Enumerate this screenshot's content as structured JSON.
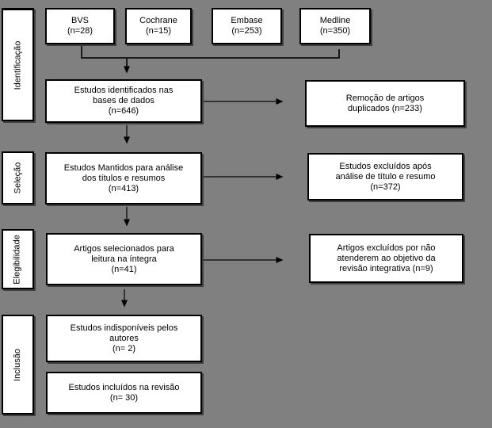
{
  "colors": {
    "background": "#808080",
    "box_fill": "#ffffff",
    "box_border": "#000000",
    "shadow": "#3f3f3f",
    "text": "#000000"
  },
  "sidebar": {
    "stages": [
      {
        "label": "Identificação"
      },
      {
        "label": "Seleção"
      },
      {
        "label": "Elegibilidade"
      },
      {
        "label": "Inclusão"
      }
    ]
  },
  "sources": [
    {
      "label": "BVS\n(n=28)"
    },
    {
      "label": "Cochrane\n(n=15)"
    },
    {
      "label": "Embase\n(n=253)"
    },
    {
      "label": "Medline\n(n=350)"
    }
  ],
  "flow": [
    {
      "label": "Estudos identificados nas\nbases de dados\n(n=646)"
    },
    {
      "label": "Estudos Mantidos para análise\ndos títulos e resumos\n(n=413)"
    },
    {
      "label": "Artigos selecionados para\nleitura na íntegra\n(n=41)"
    },
    {
      "label": "Estudos indisponíveis pelos\nautores\n(n= 2)"
    },
    {
      "label": "Estudos incluídos na revisão\n(n= 30)"
    }
  ],
  "exclusions": [
    {
      "label": "Remoção de artigos\nduplicados (n=233)"
    },
    {
      "label": "Estudos excluídos após\nanálise de título e resumo\n(n=372)"
    },
    {
      "label": "Artigos excluídos por não\natenderem ao objetivo da\nrevisão integrativa (n=9)"
    }
  ]
}
